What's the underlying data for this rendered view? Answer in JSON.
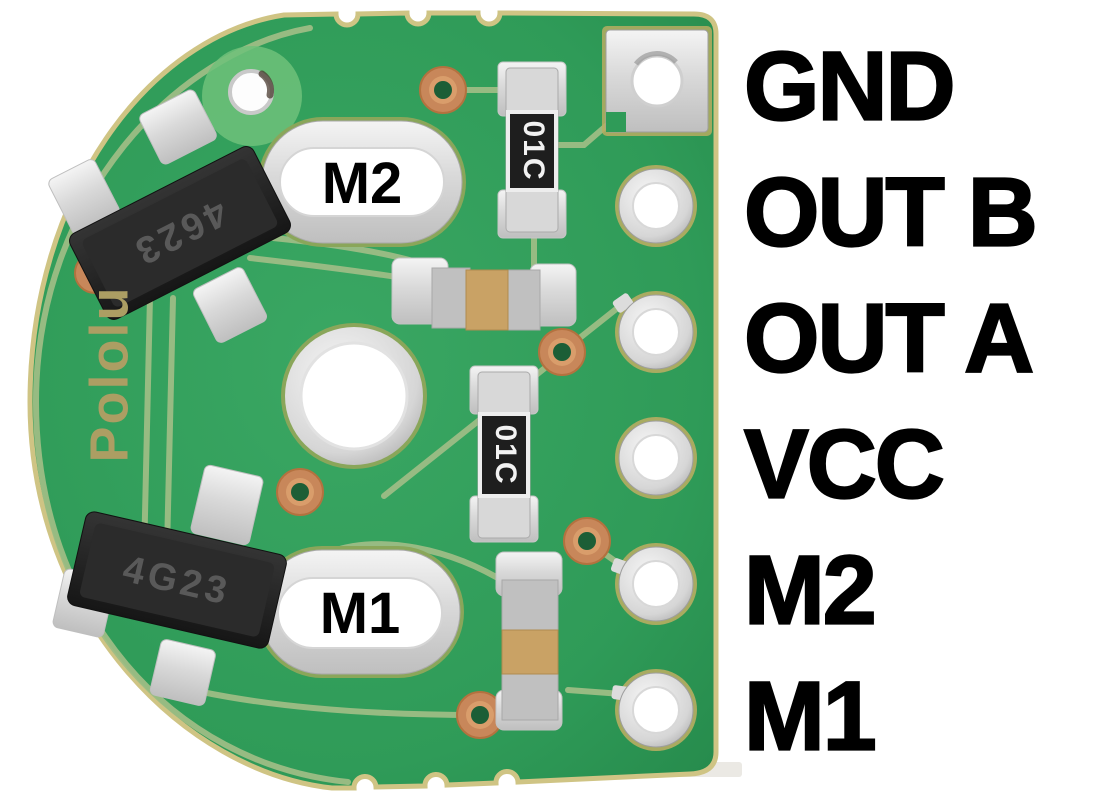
{
  "scene": {
    "description": "Annotated macro photo of a green Pololu magnetic-encoder PCB with six labeled header pin holes",
    "background_color": "#ffffff"
  },
  "pins": [
    {
      "label": "GND"
    },
    {
      "label": "OUT B"
    },
    {
      "label": "OUT A"
    },
    {
      "label": "VCC"
    },
    {
      "label": "M2"
    },
    {
      "label": "M1"
    }
  ],
  "board": {
    "logo": "Pololu",
    "motor_pads": [
      {
        "label": "M2"
      },
      {
        "label": "M1"
      }
    ],
    "components": {
      "resistor_top_marking": "01C",
      "resistor_mid_marking": "01C",
      "sensor_top_marking": "4623",
      "sensor_bottom_marking": "4G23"
    },
    "colors": {
      "soldermask_green": "#2f9b58",
      "board_edge": "#cfc484",
      "trace": "#9dbd85",
      "via_copper": "#c8875a",
      "silver": "#e2e2e2",
      "capacitor_tan": "#c9a265",
      "chip_black": "#262626",
      "label_black": "#000000"
    }
  }
}
